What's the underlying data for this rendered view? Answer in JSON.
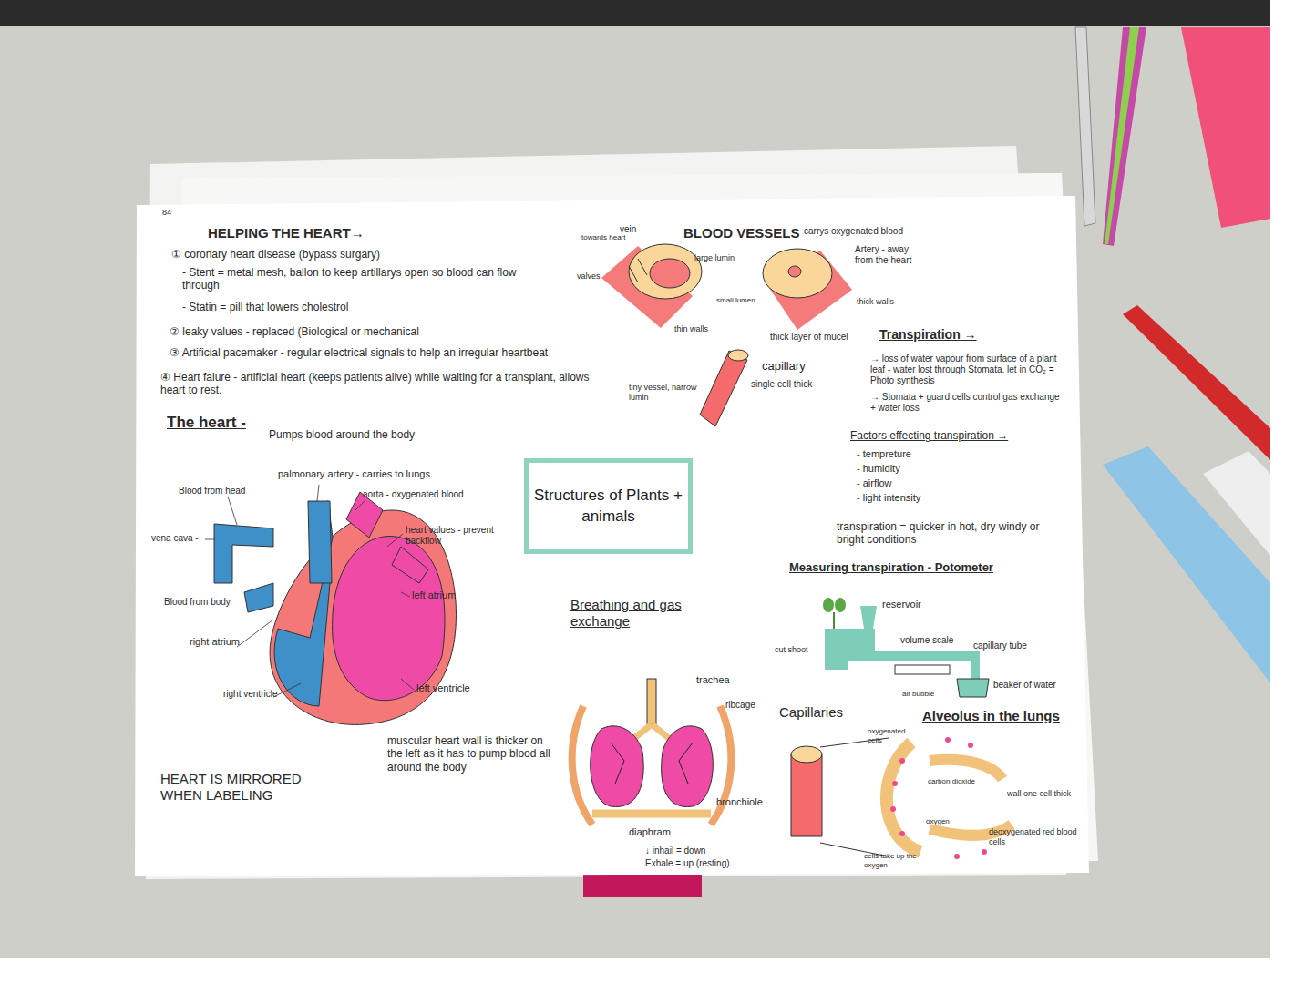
{
  "diagram": {
    "nodes": [
      {
        "text": [
          "Structures of Plants + animals"
        ]
      }
    ],
    "labels": [
      "84",
      "HELPING THE HEART→",
      "① coronary heart disease (bypass surgary)",
      "- Stent = metal mesh, ballon to keep artillarys open so blood can flow through",
      "- Statin = pill that lowers cholestrol",
      "② leaky values - replaced (Biological or mechanical",
      "③ Artificial pacemaker - regular electrical signals to help an irregular heartbeat",
      "④ Heart faiure - artificial heart (keeps patients alive) while waiting for a transplant, allows heart to rest.",
      "The heart -",
      "Pumps blood around the body",
      "palmonary artery - carries to lungs.",
      "Blood from head",
      "aorta - oxygenated blood",
      "vena cava -",
      "heart values - prevent backflow",
      "left atrium",
      "Blood from body",
      "right atrium",
      "right ventricle",
      "left ventricle",
      "muscular heart wall is thicker on the left as it has to pump blood all around the body",
      "HEART IS MIRRORED WHEN LABELING",
      "BLOOD VESSELS",
      "carrys oxygenated blood",
      "towards heart",
      "vein",
      "large lumin",
      "valves",
      "thin walls",
      "small lumen",
      "Artery - away from the heart",
      "thick walls",
      "thick layer of mucel",
      "capillary",
      "single cell thick",
      "tiny vessel, narrow lumin",
      "Transpiration →",
      "→ loss of water vapour from surface of a plant leaf - water lost through Stomata. let in CO₂ = Photo synthesis",
      "→ Stomata + guard cells control gas exchange + water loss",
      "Factors effecting transpiration →",
      "- tempreture",
      "- humidity",
      "- airflow",
      "- light intensity",
      "transpiration = quicker in hot, dry windy or bright conditions",
      "Measuring transpiration - Potometer",
      "reservoir",
      "cut shoot",
      "volume scale",
      "capillary tube",
      "beaker of water",
      "air bubble",
      "Breathing and gas exchange",
      "trachea",
      "ribcage",
      "bronchiole",
      "diaphram",
      "↓ inhail = down",
      "Exhale = up (resting)",
      "Capillaries",
      "Alveolus in the lungs",
      "oxygenated cells",
      "carbon dioxide",
      "wall one cell thick",
      "oxygen",
      "deoxygenated red blood cells",
      "cells take up the oxygen"
    ]
  }
}
